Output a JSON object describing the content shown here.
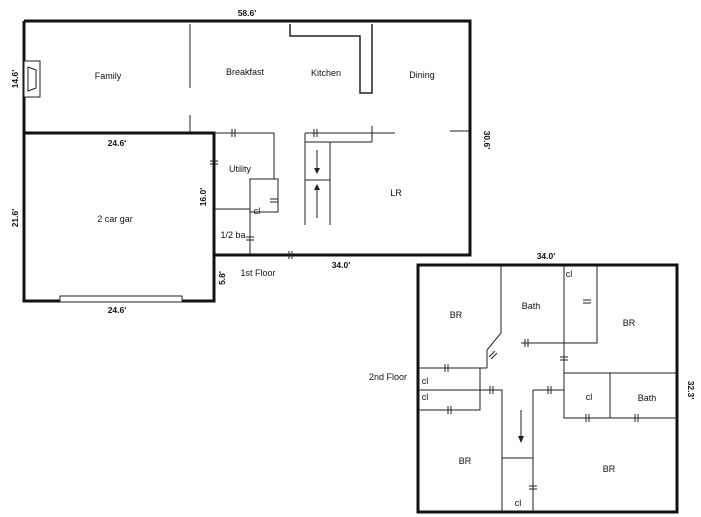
{
  "first_floor": {
    "floor_label": "1st Floor",
    "rooms": {
      "family": "Family",
      "breakfast": "Breakfast",
      "kitchen": "Kitchen",
      "dining": "Dining",
      "utility": "Utility",
      "closet": "cl",
      "half_bath": "1/2 ba",
      "living_room": "LR",
      "garage": "2 car gar"
    },
    "dimensions": {
      "top_width": "58.6'",
      "left_height": "14.6'",
      "right_height": "30.6'",
      "garage_top": "24.6'",
      "garage_bottom": "24.6'",
      "garage_height": "21.6'",
      "utility_height": "16.0'",
      "step": "5.8'",
      "bottom_width": "34.0'"
    }
  },
  "second_floor": {
    "floor_label": "2nd Floor",
    "rooms": {
      "br_top_left": "BR",
      "bath_top": "Bath",
      "closet_top": "cl",
      "br_top_right": "BR",
      "closet_left_1": "cl",
      "closet_left_2": "cl",
      "closet_center": "cl",
      "bath_right": "Bath",
      "br_bottom_left": "BR",
      "closet_bottom": "cl",
      "br_bottom_right": "BR"
    },
    "dimensions": {
      "top_width": "34.0'",
      "right_height": "32.3'"
    }
  }
}
